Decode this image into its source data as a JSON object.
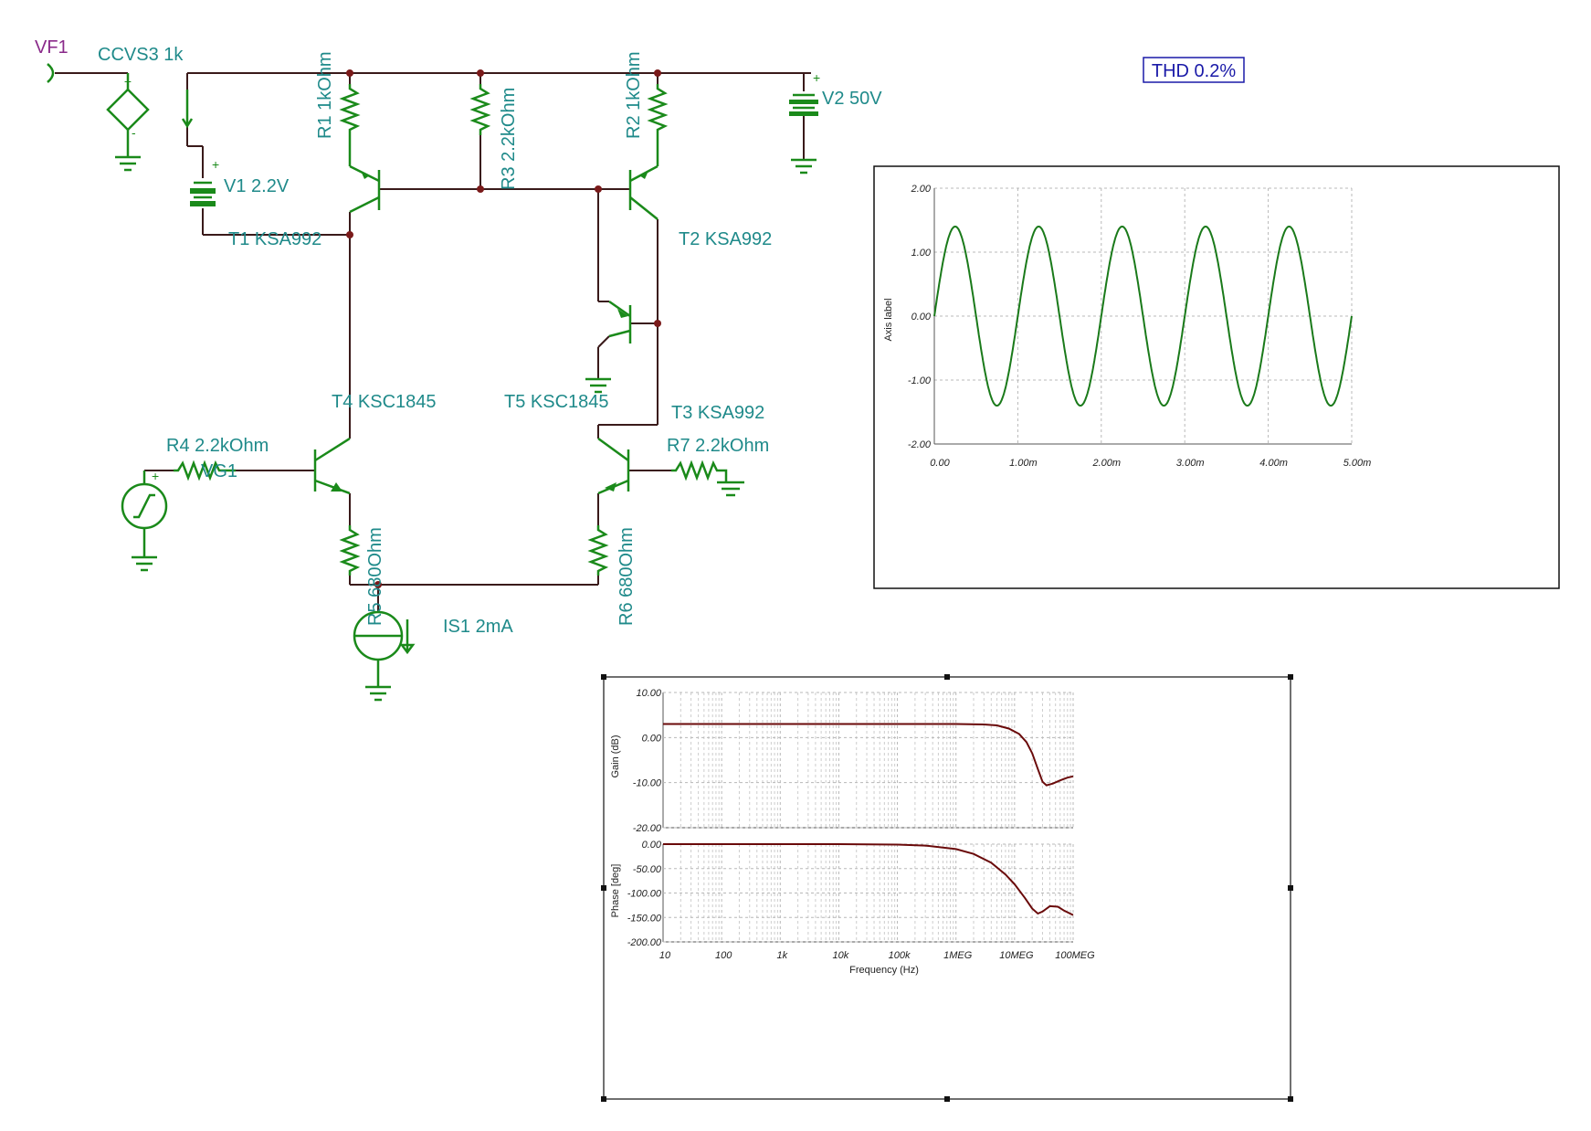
{
  "schematic": {
    "labels": {
      "vf1": "VF1",
      "ccvs3": "CCVS3 1k",
      "v1": "V1 2.2V",
      "v2": "V2 50V",
      "r1": "R1 1kOhm",
      "r2": "R2 1kOhm",
      "r3": "R3 2.2kOhm",
      "r4": "R4 2.2kOhm",
      "r5": "R5 680Ohm",
      "r6": "R6 680Ohm",
      "r7": "R7 2.2kOhm",
      "t1": "T1 KSA992",
      "t2": "T2 KSA992",
      "t3": "T3 KSA992",
      "t4": "T4 KSC1845",
      "t5": "T5 KSC1845",
      "is1": "IS1 2mA",
      "vg1": "VG1",
      "plus": "+",
      "minus": "-"
    }
  },
  "thd_box": {
    "text": "THD 0.2%"
  },
  "chart_data": [
    {
      "type": "line",
      "name": "transient",
      "ylabel": "Axis label",
      "xlabel": "",
      "x_ticks": [
        "0.00",
        "1.00m",
        "2.00m",
        "3.00m",
        "4.00m",
        "5.00m"
      ],
      "y_ticks": [
        "2.00",
        "1.00",
        "0.00",
        "-1.00",
        "-2.00"
      ],
      "xlim": [
        0,
        0.005
      ],
      "ylim": [
        -2,
        2
      ],
      "series": [
        {
          "amplitude": 1.4,
          "frequency_hz": 1000,
          "phase_deg": 0,
          "color": "#1a7a1a"
        }
      ]
    },
    {
      "type": "line",
      "name": "bode-gain",
      "ylabel": "Gain (dB)",
      "x_scale": "log",
      "xlim": [
        10,
        100000000
      ],
      "ylim": [
        -20,
        10
      ],
      "y_ticks": [
        "10.00",
        "0.00",
        "-10.00",
        "-20.00"
      ],
      "series": [
        {
          "x": [
            10,
            1000000,
            3000000,
            5000000,
            8000000,
            12000000,
            16000000,
            20000000,
            25000000,
            30000000,
            35000000,
            45000000,
            60000000,
            80000000,
            100000000
          ],
          "y": [
            3,
            3,
            2.9,
            2.7,
            2.0,
            0.8,
            -1.0,
            -3.5,
            -7.0,
            -9.8,
            -10.6,
            -10.2,
            -9.5,
            -8.9,
            -8.6
          ],
          "color": "#6a0a0a"
        }
      ]
    },
    {
      "type": "line",
      "name": "bode-phase",
      "ylabel": "Phase [deg]",
      "xlabel": "Frequency (Hz)",
      "x_scale": "log",
      "xlim": [
        10,
        100000000
      ],
      "ylim": [
        -200,
        0
      ],
      "y_ticks": [
        "0.00",
        "-50.00",
        "-100.00",
        "-150.00",
        "-200.00"
      ],
      "x_ticks": [
        "10",
        "100",
        "1k",
        "10k",
        "100k",
        "1MEG",
        "10MEG",
        "100MEG"
      ],
      "series": [
        {
          "x": [
            10,
            10000,
            100000,
            300000,
            1000000,
            2000000,
            4000000,
            7000000,
            10000000,
            15000000,
            20000000,
            25000000,
            30000000,
            40000000,
            55000000,
            70000000,
            100000000
          ],
          "y": [
            0,
            0,
            -1,
            -3,
            -10,
            -20,
            -38,
            -62,
            -82,
            -110,
            -132,
            -142,
            -138,
            -127,
            -128,
            -136,
            -145
          ],
          "color": "#6a0a0a"
        }
      ]
    }
  ]
}
